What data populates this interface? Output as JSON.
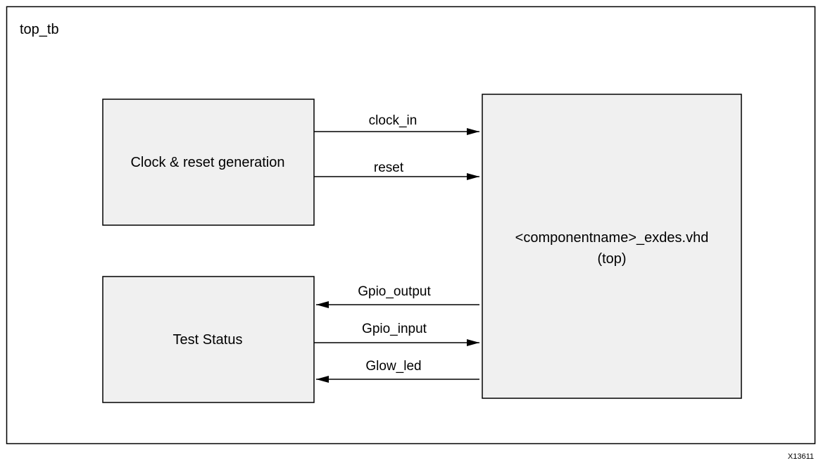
{
  "diagram": {
    "outer_label": "top_tb",
    "figure_id": "X13611",
    "colors": {
      "box_fill": "#f0f0f0",
      "stroke": "#000000",
      "background": "#ffffff"
    },
    "blocks": {
      "clock_reset": "Clock & reset generation",
      "test_status": "Test Status",
      "top_line1": "<componentname>_exdes.vhd",
      "top_line2": "(top)"
    },
    "signals": {
      "clock_in": "clock_in",
      "reset": "reset",
      "gpio_output": "Gpio_output",
      "gpio_input": "Gpio_input",
      "glow_led": "Glow_led"
    }
  }
}
